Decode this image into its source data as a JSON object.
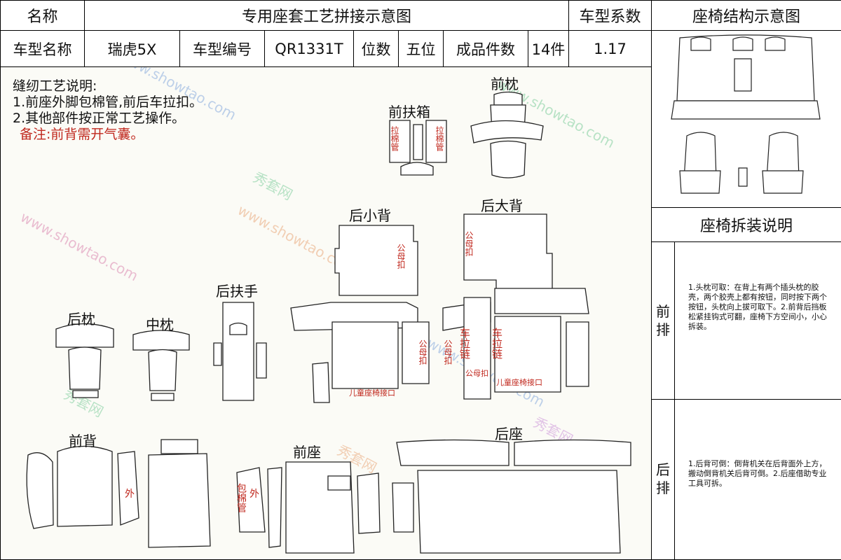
{
  "header": {
    "name_label": "名称",
    "title": "专用座套工艺拼接示意图",
    "coef_label": "车型系数",
    "struct_title": "座椅结构示意图",
    "model_label": "车型名称",
    "model_value": "瑞虎5X",
    "code_label": "车型编号",
    "code_value": "QR1331T",
    "seats_label": "位数",
    "seats_value": "五位",
    "pieces_label": "成品件数",
    "pieces_value": "14件",
    "coef_value": "1.17"
  },
  "notes": {
    "title": "缝纫工艺说明:",
    "line1": "1.前座外脚包棉管,前后车拉扣。",
    "line2": "2.其他部件按正常工艺操作。",
    "remark": "备注:前背需开气囊。"
  },
  "parts": {
    "front_headrest": "前枕",
    "front_console": "前扶箱",
    "rear_small_back": "后小背",
    "rear_big_back": "后大背",
    "rear_armrest": "后扶手",
    "rear_headrest": "后枕",
    "middle_headrest": "中枕",
    "front_back": "前背",
    "front_seat": "前座",
    "rear_seat": "后座"
  },
  "annotations": {
    "pull_pipe": "拉棉管",
    "male_female": "公母扣",
    "zipper": "车拉链",
    "outer": "外",
    "wrap_pipe": "包棉管",
    "child_seat": "儿童座椅接口",
    "hook": "公母扣"
  },
  "right_panel": {
    "disassembly_title": "座椅拆装说明",
    "front_row": "前排",
    "front_text": "1.头枕可取：在背上有两个插头枕的胶壳，两个胶壳上都有按钮，同时按下两个按钮，头枕向上拔可取下。2.前背后挡板松紧挂钩式可翻，座椅下方空间小，小心拆装。",
    "rear_row": "后排",
    "rear_text": "1.后背可倒：倒背机关在后背面外上方，搬动倒背机关后背可倒。2.后座借助专业工具可拆。"
  },
  "watermark": {
    "site": "www.showtao.com",
    "brand": "秀套网"
  }
}
